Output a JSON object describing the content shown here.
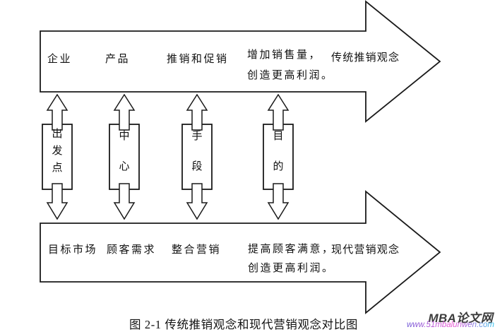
{
  "diagram": {
    "top_arrow": {
      "items": [
        "企业",
        "产品",
        "推销和促销"
      ],
      "result_line1": "增加销售量，",
      "result_line2": "创造更高利润。",
      "label": "传统推销观念"
    },
    "connectors": [
      {
        "role_chars": [
          "出",
          "发",
          "点"
        ]
      },
      {
        "role_chars": [
          "中",
          "心"
        ]
      },
      {
        "role_chars": [
          "手",
          "段"
        ]
      },
      {
        "role_chars": [
          "目",
          "的"
        ]
      }
    ],
    "bottom_arrow": {
      "items": [
        "目标市场",
        "顾客需求",
        "整合营销"
      ],
      "result_line1": "提高顾客满意，",
      "result_line2": "创造更高利润。",
      "label": "现代营销观念"
    },
    "caption": "图 2-1 传统推销观念和现代营销观念对比图"
  },
  "watermark": {
    "brand": "MBA论文网",
    "url": "www.51mbalunwen.com"
  },
  "colors": {
    "line": "#1a1a1a",
    "text": "#111111",
    "background": "#ffffff",
    "brand_text": "#3b3b3b",
    "url_gradient_start": "#6f59d6",
    "url_gradient_mid": "#ee55d4",
    "url_gradient_end": "#35c4ec"
  }
}
